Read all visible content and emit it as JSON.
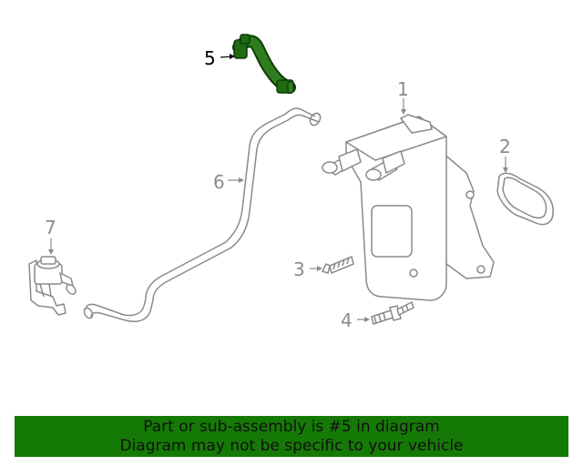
{
  "callouts": {
    "c1": "1",
    "c2": "2",
    "c3": "3",
    "c4": "4",
    "c5": "5",
    "c6": "6",
    "c7": "7"
  },
  "highlight_part": "5",
  "colors": {
    "outline": "#8a8a8a",
    "highlight_fill": "#1f6b12",
    "banner_bg": "#157a05",
    "banner_text": "#111111"
  },
  "banner": {
    "line1": "Part or sub-assembly is #5 in diagram",
    "line2": "Diagram may not be specific to your vehicle"
  }
}
